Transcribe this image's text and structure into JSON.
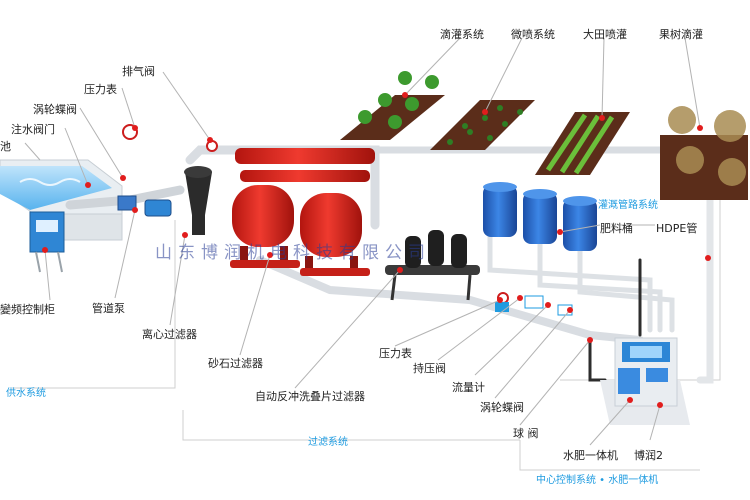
{
  "labels": {
    "drip": "滴灌系统",
    "micro_spray": "微喷系统",
    "field_spray": "大田喷灌",
    "orchard_drip": "果树滴灌",
    "exhaust_valve": "排气阀",
    "pressure_gauge_top": "压力表",
    "turbine_valve_top": "涡轮蝶阀",
    "water_inlet_valve": "注水阀门",
    "pool": "池",
    "vfd_cabinet": "變频控制柜",
    "pipe_pump": "管道泵",
    "centrifugal_filter": "离心过滤器",
    "sand_filter": "砂石过滤器",
    "pressure_gauge_bottom": "压力表",
    "holding_valve": "持压阀",
    "auto_disc_filter": "自动反冲洗叠片过滤器",
    "flow_meter": "流量计",
    "turbine_valve_bottom": "涡轮蝶阀",
    "ball_valve": "球  阀",
    "fert_tank": "肥料桶",
    "hdpe": "HDPE管",
    "integrated_machine": "水肥一体机",
    "brand": "博润2"
  },
  "systems": {
    "supply": "供水系统",
    "filter": "过滤系统",
    "irrigation_network": "灌溉管路系统",
    "central_control": "中心控制系统 • 水肥一体机"
  },
  "watermark": "山东博润机电科技有限公司",
  "colors": {
    "accent": "#1e9be0",
    "tank_red": "#e02c24",
    "barrel_blue": "#2a6fd0",
    "pipe": "#d9dde2",
    "dot": "#e11d1d",
    "leader": "#b3b3b3"
  }
}
